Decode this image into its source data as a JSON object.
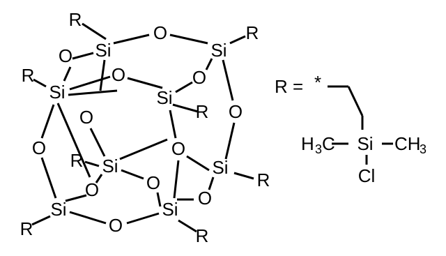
{
  "colors": {
    "background": "#ffffff",
    "ink": "#000000"
  },
  "labels": {
    "si": "Si",
    "o": "O",
    "r": "R",
    "r_eq": "R =",
    "star": "*",
    "h": "H",
    "sub3": "3",
    "c": "C",
    "cl": "Cl",
    "ch": "CH"
  }
}
